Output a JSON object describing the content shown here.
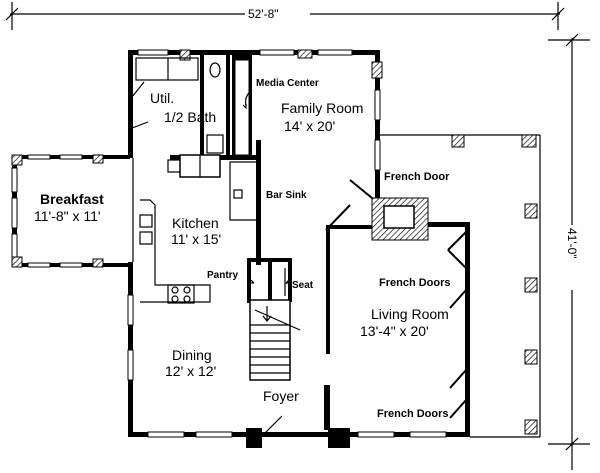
{
  "dimensions": {
    "overall_width": "52'-8\"",
    "overall_depth": "41'-0\""
  },
  "rooms": {
    "util": {
      "name": "Util."
    },
    "half_bath": {
      "name": "1/2 Bath"
    },
    "family_room": {
      "name": "Family Room",
      "size": "14' x 20'"
    },
    "breakfast": {
      "name": "Breakfast",
      "size": "11'-8\" x 11'"
    },
    "kitchen": {
      "name": "Kitchen",
      "size": "11' x 15'"
    },
    "living_room": {
      "name": "Living Room",
      "size": "13'-4\" x 20'"
    },
    "dining": {
      "name": "Dining",
      "size": "12' x 12'"
    },
    "foyer": {
      "name": "Foyer"
    }
  },
  "callouts": {
    "media_center": "Media Center",
    "bar_sink": "Bar Sink",
    "pantry": "Pantry",
    "seat": "Seat",
    "french_door": "French Door",
    "french_doors_upper": "French Doors",
    "french_doors_lower": "French Doors"
  }
}
